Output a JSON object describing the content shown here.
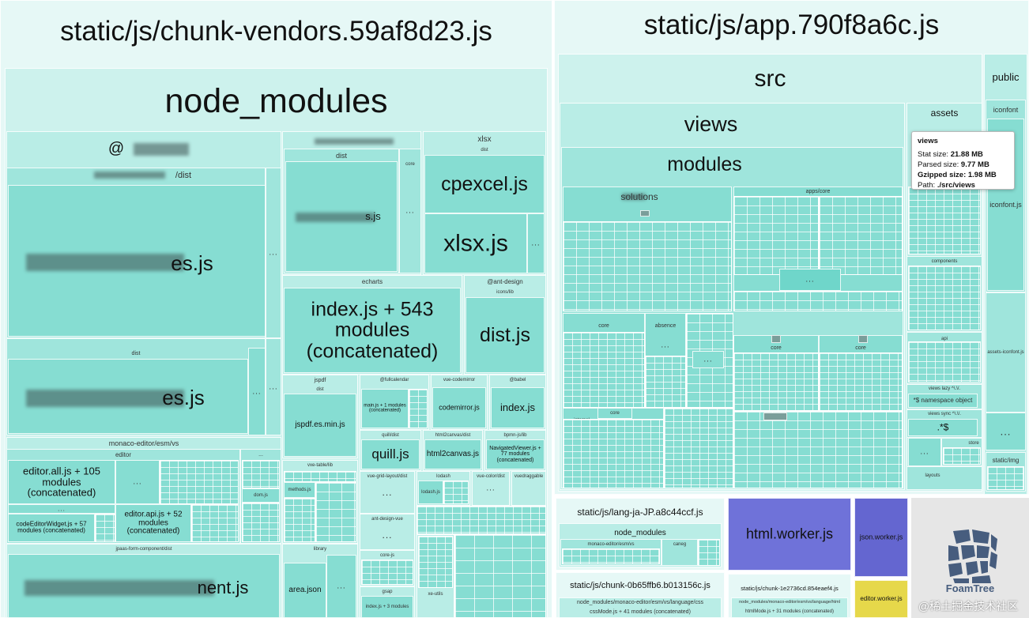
{
  "left_chunk": {
    "title": "static/js/chunk-vendors.59af8d23.js",
    "node_modules": "node_modules",
    "scoped_pkg": "@",
    "scoped_dist": "/dist",
    "module_a": "es.js",
    "module_b": "es.js",
    "dist_label": "dist",
    "pkg_a_dist": "dist",
    "pkg_a_module": "s.js",
    "xlsx": "xlsx",
    "xlsx_dist": "dist",
    "cpexcel": "cpexcel.js",
    "xlsx_js": "xlsx.js",
    "core": "core",
    "echarts": "echarts",
    "echarts_module": "index.js + 543 modules (concatenated)",
    "ant_design": "@ant-design",
    "icons_lib": "icons/lib",
    "ant_dist": "dist.js",
    "monaco": "monaco-editor/esm/vs",
    "editor": "editor",
    "editor_all": "editor.all.js + 105 modules (concatenated)",
    "code_editor_widget": "codeEditorWidget.js + 57 modules (concatenated)",
    "editor_api": "editor.api.js + 52 modules (concatenated)",
    "dom": "dom.js",
    "jpaas": "jpaas-form-component/dist",
    "jpaas_module": "nent.js",
    "jspdf": "jspdf",
    "jspdf_dist": "dist",
    "jspdf_min": "jspdf.es.min.js",
    "fullcalendar": "@fullcalendar",
    "fullcalendar_main": "main.js + 1 modules (concatenated)",
    "vue_codemirror": "vue-codemirror",
    "codemirror": "codemirror.js",
    "babel": "@babel",
    "babel_index": "index.js",
    "quill_dist": "quill/dist",
    "quill": "quill.js",
    "html2canvas_dist": "html2canvas/dist",
    "html2canvas": "html2canvas.js",
    "bpmn": "bpmn-js/lib",
    "navigated": "NavigatedViewer.js + 77 modules (concatenated)",
    "vxe_table": "vxe-table/lib",
    "methods": "methods.js",
    "vue_grid": "vue-grid-layout/dist",
    "lodash": "lodash",
    "lodash_js": "lodash.js",
    "vue_color": "vue-color/dist",
    "vuedraggable": "vuedraggable",
    "ant_design_vue": "ant-design-vue",
    "core_js": "core-js",
    "gsap": "gsap",
    "gsap_index": "index.js + 3 modules",
    "xe_utils": "xe-utils",
    "library": "library",
    "area_json": "area.json",
    "ellipsis": "..."
  },
  "right_chunk": {
    "title": "static/js/app.790f8a6c.js",
    "src": "src",
    "views": "views",
    "modules": "modules",
    "solutions": "solutions",
    "apps_core": "apps/core",
    "core": "core",
    "absence": "absence",
    "internal": "internal",
    "assets": "assets",
    "components": "components",
    "api": "api",
    "views_lazy": "views lazy ^\\.\\/.",
    "namespace_object": "*$ namespace object",
    "views_sync": "views sync ^\\.\\/.",
    "sync_target": ".*$",
    "store": "store",
    "layouts": "layouts",
    "public": "public",
    "iconfont_dir": "iconfont",
    "iconfont_js": "iconfont.js",
    "assets_iconfont": "assets-iconfont.js",
    "static_img": "static/img",
    "ellipsis": "..."
  },
  "tooltip": {
    "title": "views",
    "stat_label": "Stat size:",
    "stat_value": "21.88 MB",
    "parsed_label": "Parsed size:",
    "parsed_value": "9.77 MB",
    "gzip_label": "Gzipped size:",
    "gzip_value": "1.98 MB",
    "path_label": "Path:",
    "path_value": "./src/views"
  },
  "lang_chunk": {
    "title": "static/js/lang-ja-JP.a8c44ccf.js",
    "node_modules": "node_modules",
    "monaco_sub": "monaco-editor/esm/vs",
    "caneg": "caneg"
  },
  "chunk_0b": {
    "title": "static/js/chunk-0b65ffb6.b013156c.js",
    "path": "node_modules/monaco-editor/esm/vs/language/css",
    "module": "cssMode.js + 41 modules (concatenated)"
  },
  "chunk_1e": {
    "title": "static/js/chunk-1e2736cd.854eaef4.js",
    "path": "node_modules/monaco-editor/esm/vs/language/html",
    "module": "htmlMode.js + 31 modules (concatenated)"
  },
  "workers": {
    "html": "html.worker.js",
    "json": "json.worker.js",
    "editor": "editor.worker.js"
  },
  "brand": {
    "name": "FoamTree",
    "watermark": "@稀土掘金技术社区"
  },
  "colors": {
    "html_worker": "#6f72d9",
    "json_worker": "#6466d0",
    "editor_worker": "#e6d84a",
    "foamtree_bg": "#e6e6e6",
    "logo": "#475d7e"
  }
}
